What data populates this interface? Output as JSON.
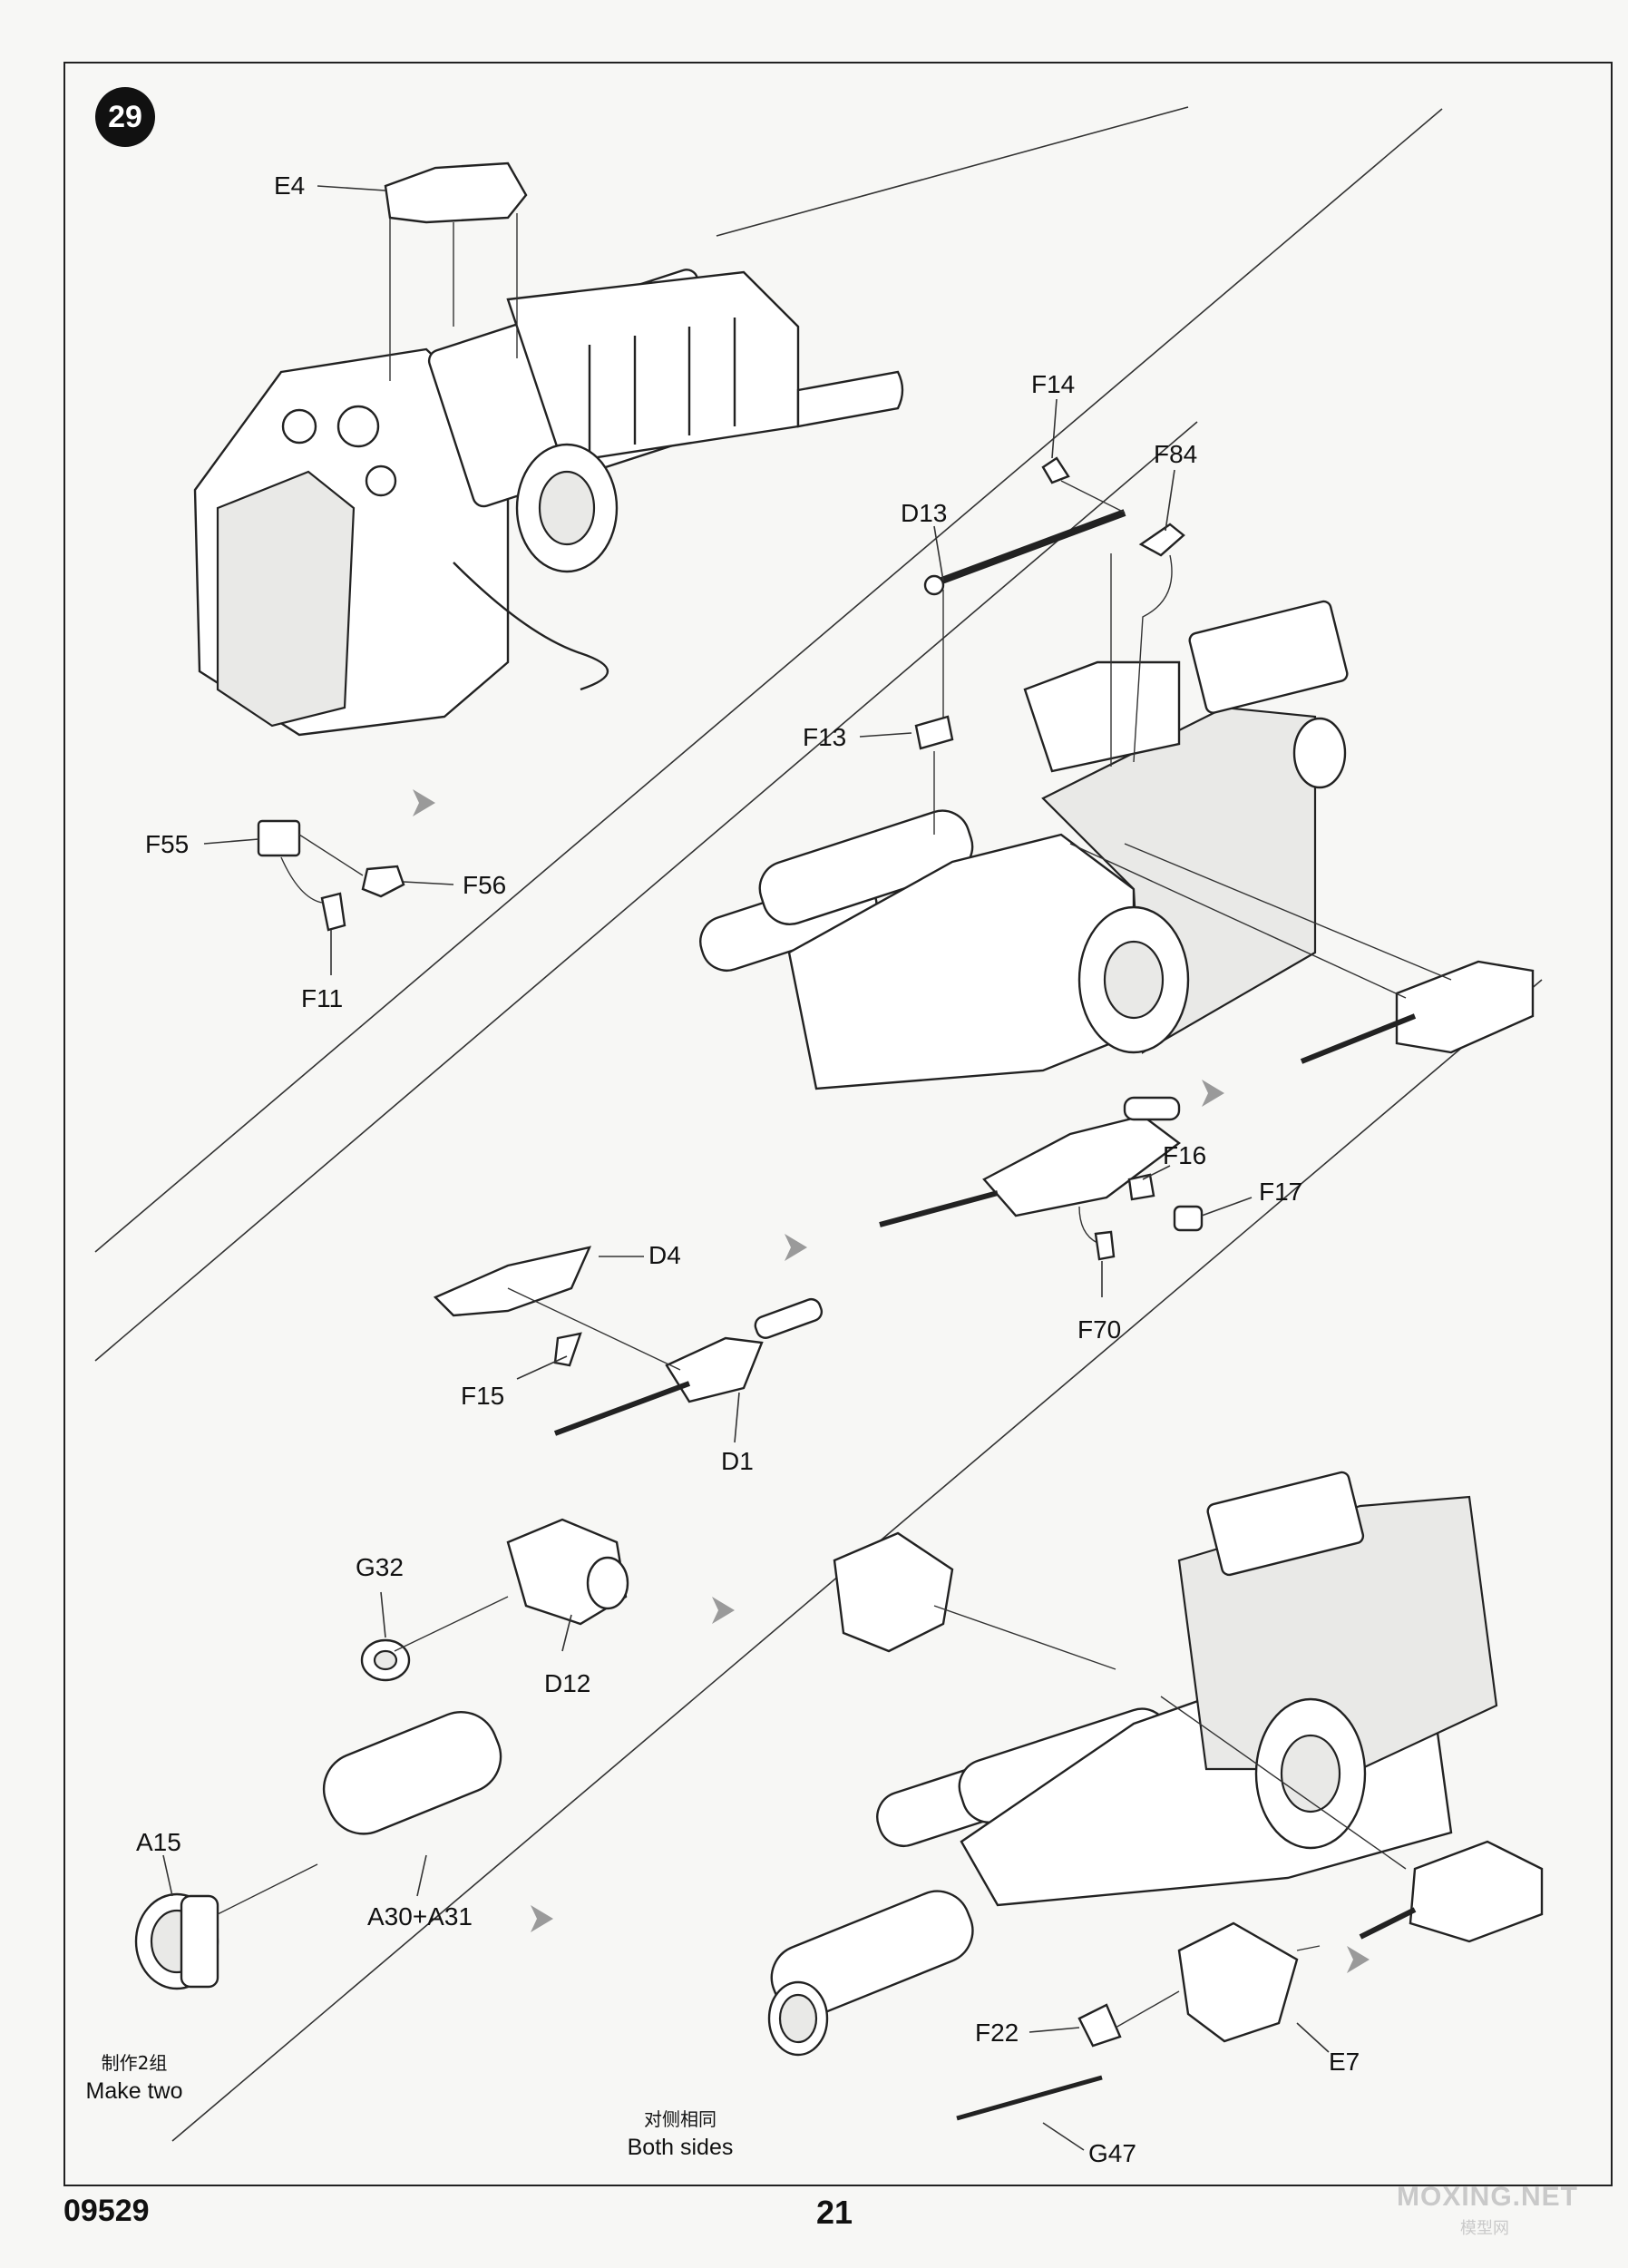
{
  "page": {
    "step_number": "29",
    "kit_number": "09529",
    "page_number": "21",
    "watermark": "MOXING.NET",
    "watermark_sub": "模型网"
  },
  "labels": {
    "E4": "E4",
    "F14": "F14",
    "F84": "F84",
    "D13": "D13",
    "F13": "F13",
    "F55": "F55",
    "F56": "F56",
    "F11": "F11",
    "F16": "F16",
    "F17": "F17",
    "F70": "F70",
    "D4": "D4",
    "F15": "F15",
    "D1": "D1",
    "G32": "G32",
    "D12": "D12",
    "A15": "A15",
    "A30_A31": "A30+A31",
    "F22": "F22",
    "E7": "E7",
    "G47": "G47"
  },
  "notes": {
    "make_two_zh": "制作2组",
    "make_two_en": "Make two",
    "both_sides_zh": "对侧相同",
    "both_sides_en": "Both sides"
  },
  "colors": {
    "ink": "#222222",
    "paper": "#f7f7f5",
    "flow_arrow": "#9a9a9a"
  }
}
